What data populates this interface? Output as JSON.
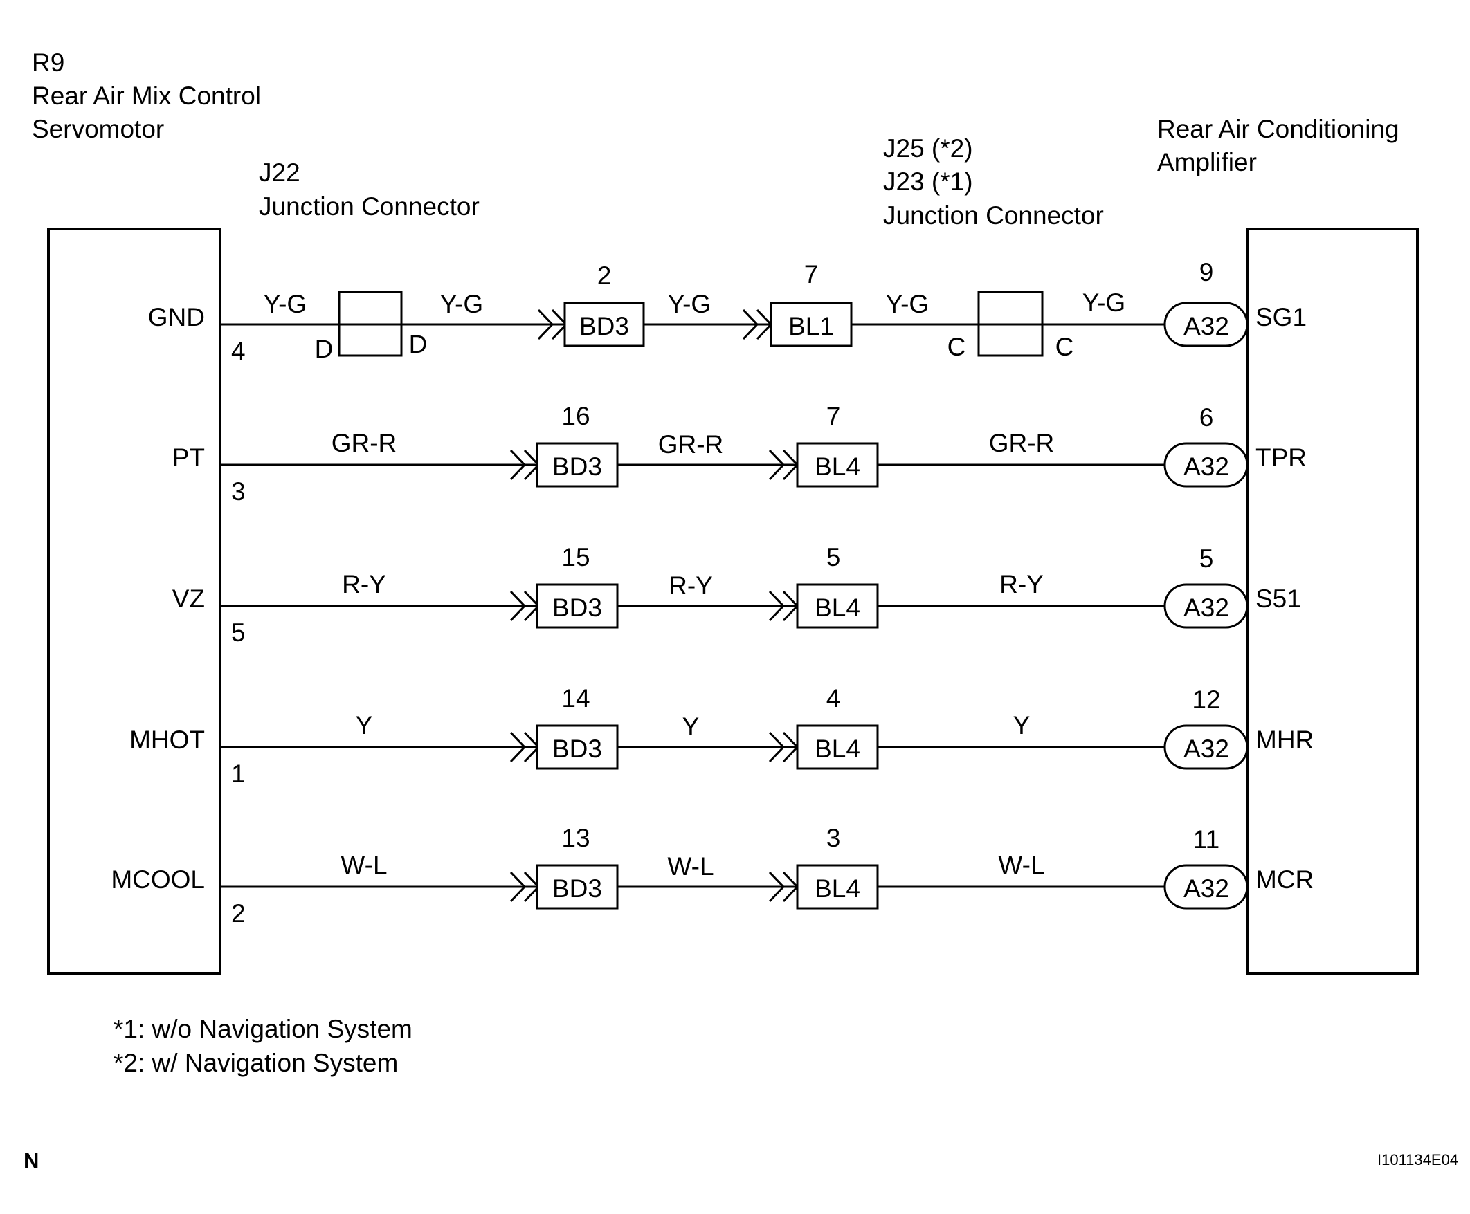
{
  "left_component": {
    "id": "R9",
    "name_line1": "Rear Air Mix Control",
    "name_line2": "Servomotor"
  },
  "right_component": {
    "name_line1": "Rear Air Conditioning",
    "name_line2": "Amplifier"
  },
  "junction_left": {
    "id": "J22",
    "name": "Junction Connector",
    "terminal_in": "D",
    "terminal_out": "D"
  },
  "junction_right": {
    "id_line1": "J25 (*2)",
    "id_line2": "J23 (*1)",
    "name": "Junction Connector",
    "terminal_in": "C",
    "terminal_out": "C"
  },
  "circuits": [
    {
      "left_terminal": "GND",
      "left_pin": "4",
      "wire_colors": [
        "Y-G",
        "Y-G",
        "Y-G",
        "Y-G",
        "Y-G"
      ],
      "connector1": "BD3",
      "connector1_pin": "2",
      "connector2": "BL1",
      "connector2_pin": "7",
      "amp_connector": "A32",
      "amp_pin": "9",
      "amp_terminal": "SG1"
    },
    {
      "left_terminal": "PT",
      "left_pin": "3",
      "wire_colors": [
        "GR-R",
        "GR-R",
        "GR-R"
      ],
      "connector1": "BD3",
      "connector1_pin": "16",
      "connector2": "BL4",
      "connector2_pin": "7",
      "amp_connector": "A32",
      "amp_pin": "6",
      "amp_terminal": "TPR"
    },
    {
      "left_terminal": "VZ",
      "left_pin": "5",
      "wire_colors": [
        "R-Y",
        "R-Y",
        "R-Y"
      ],
      "connector1": "BD3",
      "connector1_pin": "15",
      "connector2": "BL4",
      "connector2_pin": "5",
      "amp_connector": "A32",
      "amp_pin": "5",
      "amp_terminal": "S51"
    },
    {
      "left_terminal": "MHOT",
      "left_pin": "1",
      "wire_colors": [
        "Y",
        "Y",
        "Y"
      ],
      "connector1": "BD3",
      "connector1_pin": "14",
      "connector2": "BL4",
      "connector2_pin": "4",
      "amp_connector": "A32",
      "amp_pin": "12",
      "amp_terminal": "MHR"
    },
    {
      "left_terminal": "MCOOL",
      "left_pin": "2",
      "wire_colors": [
        "W-L",
        "W-L",
        "W-L"
      ],
      "connector1": "BD3",
      "connector1_pin": "13",
      "connector2": "BL4",
      "connector2_pin": "3",
      "amp_connector": "A32",
      "amp_pin": "11",
      "amp_terminal": "MCR"
    }
  ],
  "notes": {
    "note1": "*1: w/o Navigation System",
    "note2": "*2: w/ Navigation System"
  },
  "corner_mark": "N",
  "figure_id": "I101134E04"
}
